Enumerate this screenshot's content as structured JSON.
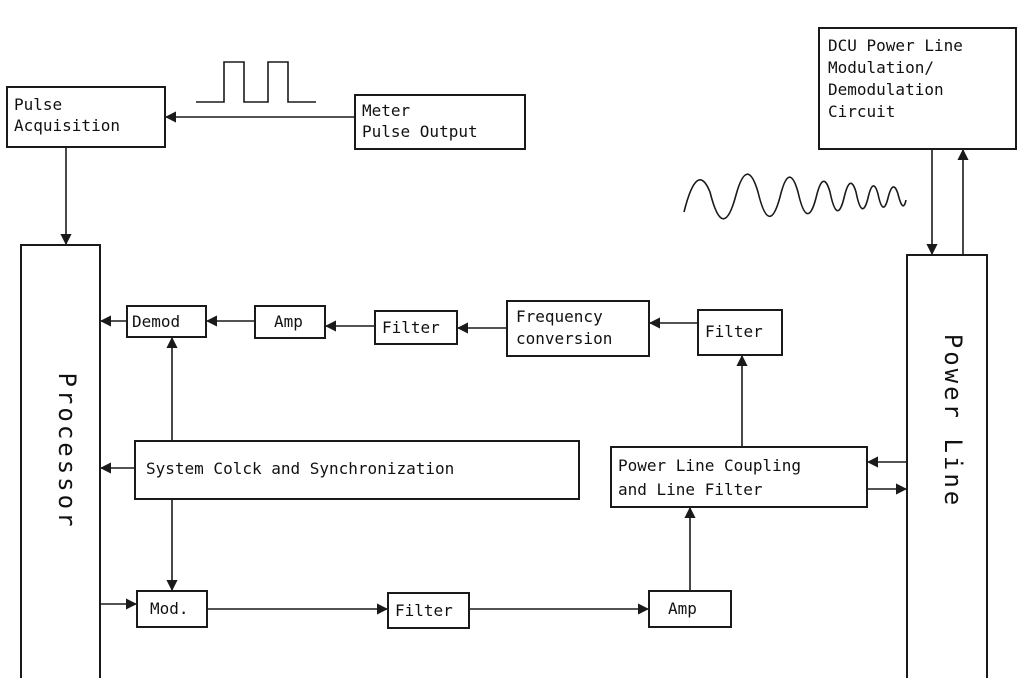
{
  "blocks": {
    "pulse_acquisition": "Pulse\nAcquisition",
    "meter_pulse_output": "Meter\nPulse Output",
    "dcu_circuit": "DCU Power Line\nModulation/\nDemodulation\nCircuit",
    "processor": "Processor",
    "power_line": "Power Line",
    "demod": "Demod",
    "amp_rx": "Amp",
    "filter_rx": "Filter",
    "frequency_conversion": "Frequency\nconversion",
    "filter_in": "Filter",
    "system_clock": "System Colck and Synchronization",
    "coupling": "Power Line Coupling\nand Line Filter",
    "mod": "Mod.",
    "filter_tx": "Filter",
    "amp_tx": "Amp"
  },
  "colors": {
    "line": "#1a1a1a",
    "background": "#ffffff"
  },
  "waveforms": [
    "pulse-train",
    "sine-wave"
  ]
}
